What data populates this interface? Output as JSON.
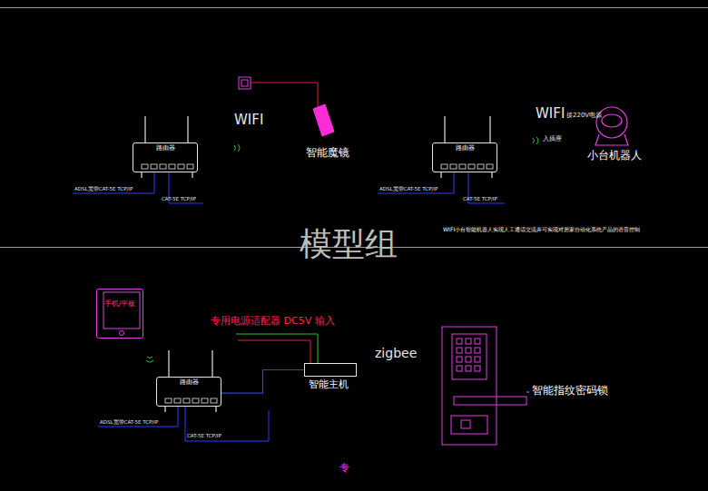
{
  "diagram": {
    "nodes": [
      {
        "text": [
          "路由器"
        ]
      },
      {
        "text": [
          "智能魔镜"
        ]
      },
      {
        "text": [
          "路由器"
        ]
      },
      {
        "text": [
          "小台机器人"
        ]
      },
      {
        "text": [
          "手机/平板"
        ]
      },
      {
        "text": [
          "路由器"
        ]
      },
      {
        "text": [
          "智能主机"
        ]
      },
      {
        "text": [
          "智能指纹密码锁"
        ]
      }
    ],
    "edges": [
      {
        "from": 5,
        "to": 6,
        "arrow": "none"
      }
    ],
    "labels": [
      "WIFI",
      "ADSL宽带CAT-5E TCP/IP",
      "CAT-5E TCP/IP",
      "WIFI",
      "接220V电源",
      "入插座",
      "ADSL宽带CAT-5E TCP/IP",
      "CAT-5E TCP/IP",
      "WIFI小台智能机器人实现人工通话交流并可实现对居家自动化系统产品的语音控制",
      "模型组",
      "专用电源适配器 DC5V 输入",
      "zigbee",
      "ADSL宽带CAT-5E TCP/IP",
      "CAT-5E TCP/IP",
      "专"
    ]
  }
}
